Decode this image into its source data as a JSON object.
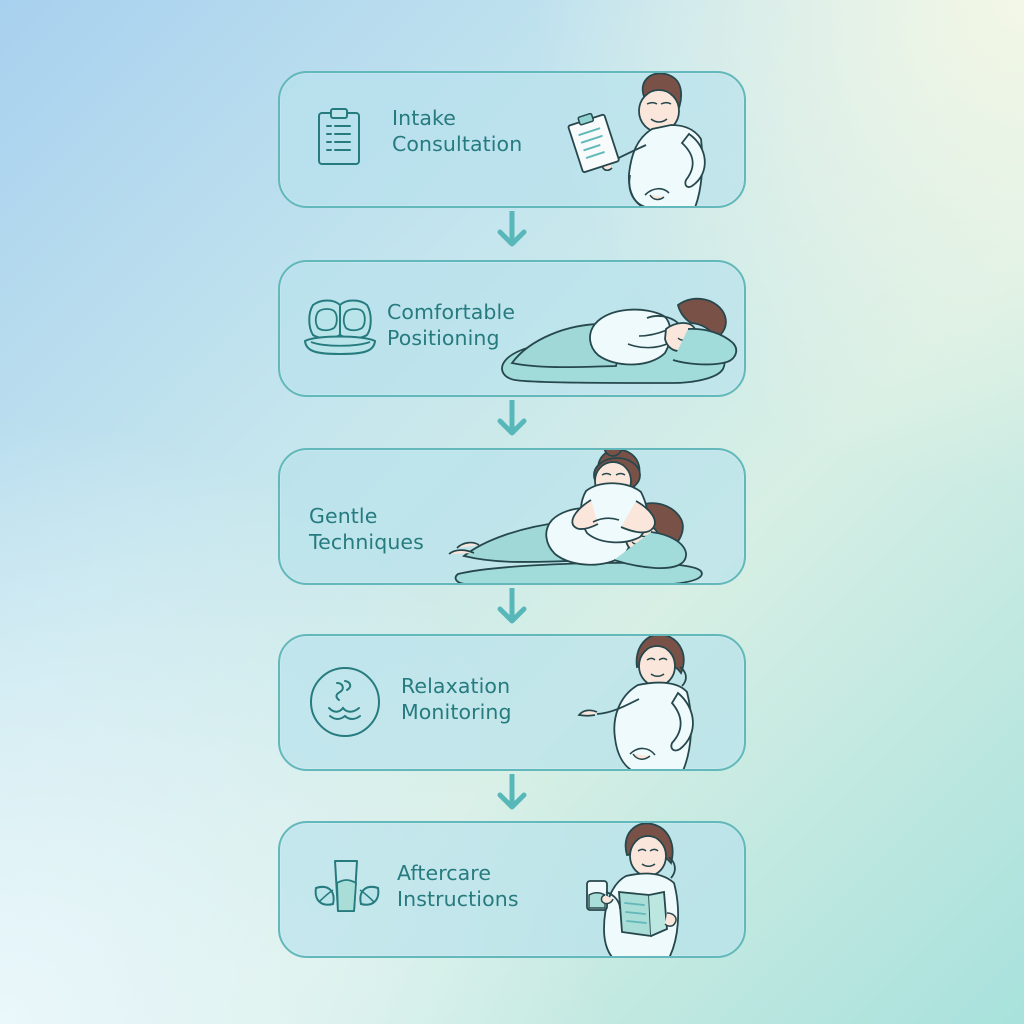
{
  "colors": {
    "accent": "#62b8ba",
    "text": "#267b7f",
    "panel": "#b7e1eb"
  },
  "steps": [
    {
      "title_lines": [
        "Intake",
        "Consultation"
      ],
      "icon": "clipboard-icon"
    },
    {
      "title_lines": [
        "Comfortable",
        "Positioning"
      ],
      "icon": "pillows-icon"
    },
    {
      "title_lines": [
        "Gentle",
        "Techniques"
      ],
      "icon": ""
    },
    {
      "title_lines": [
        "Relaxation",
        "Monitoring"
      ],
      "icon": "relaxation-icon"
    },
    {
      "title_lines": [
        "Aftercare",
        "Instructions"
      ],
      "icon": "water-leaves-icon"
    }
  ]
}
